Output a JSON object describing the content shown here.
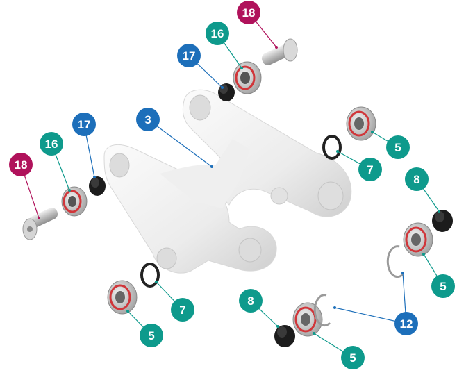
{
  "diagram": {
    "type": "exploded-assembly",
    "colors": {
      "teal": "#0e9a8c",
      "blue": "#1d6fba",
      "magenta": "#b0125b",
      "part_body": "#f2f2f2",
      "bearing_seal": "#d0363a",
      "metal": "#c8c8c8",
      "black_part": "#1c1c1c"
    },
    "callouts": [
      {
        "id": "c18a",
        "label": "18",
        "color": "magenta"
      },
      {
        "id": "c16a",
        "label": "16",
        "color": "teal"
      },
      {
        "id": "c17a",
        "label": "17",
        "color": "blue"
      },
      {
        "id": "c3",
        "label": "3",
        "color": "blue"
      },
      {
        "id": "c5a",
        "label": "5",
        "color": "teal"
      },
      {
        "id": "c7a",
        "label": "7",
        "color": "teal"
      },
      {
        "id": "c8a",
        "label": "8",
        "color": "teal"
      },
      {
        "id": "c5b",
        "label": "5",
        "color": "teal"
      },
      {
        "id": "c17b",
        "label": "17",
        "color": "blue"
      },
      {
        "id": "c16b",
        "label": "16",
        "color": "teal"
      },
      {
        "id": "c18b",
        "label": "18",
        "color": "magenta"
      },
      {
        "id": "c7b",
        "label": "7",
        "color": "teal"
      },
      {
        "id": "c5c",
        "label": "5",
        "color": "teal"
      },
      {
        "id": "c8b",
        "label": "8",
        "color": "teal"
      },
      {
        "id": "c12",
        "label": "12",
        "color": "blue"
      },
      {
        "id": "c5d",
        "label": "5",
        "color": "teal"
      }
    ],
    "parts": [
      {
        "id": "link-body",
        "icon": "rocker-link"
      },
      {
        "id": "pin-top",
        "icon": "pivot-pin"
      },
      {
        "id": "pin-left",
        "icon": "pivot-pin"
      },
      {
        "id": "bearing-16-top",
        "icon": "sealed-bearing"
      },
      {
        "id": "bearing-16-left",
        "icon": "sealed-bearing"
      },
      {
        "id": "nut-17-top",
        "icon": "flanged-nut"
      },
      {
        "id": "nut-17-left",
        "icon": "flanged-nut"
      },
      {
        "id": "bearing-5-a",
        "icon": "sealed-bearing"
      },
      {
        "id": "bearing-5-b",
        "icon": "sealed-bearing"
      },
      {
        "id": "bearing-5-c",
        "icon": "sealed-bearing"
      },
      {
        "id": "bearing-5-d",
        "icon": "sealed-bearing"
      },
      {
        "id": "spacer-7-a",
        "icon": "spacer-ring"
      },
      {
        "id": "spacer-7-b",
        "icon": "spacer-ring"
      },
      {
        "id": "clip-12-a",
        "icon": "circlip"
      },
      {
        "id": "clip-12-b",
        "icon": "circlip"
      },
      {
        "id": "nut-8-a",
        "icon": "flanged-nut"
      },
      {
        "id": "nut-8-b",
        "icon": "flanged-nut"
      }
    ]
  }
}
